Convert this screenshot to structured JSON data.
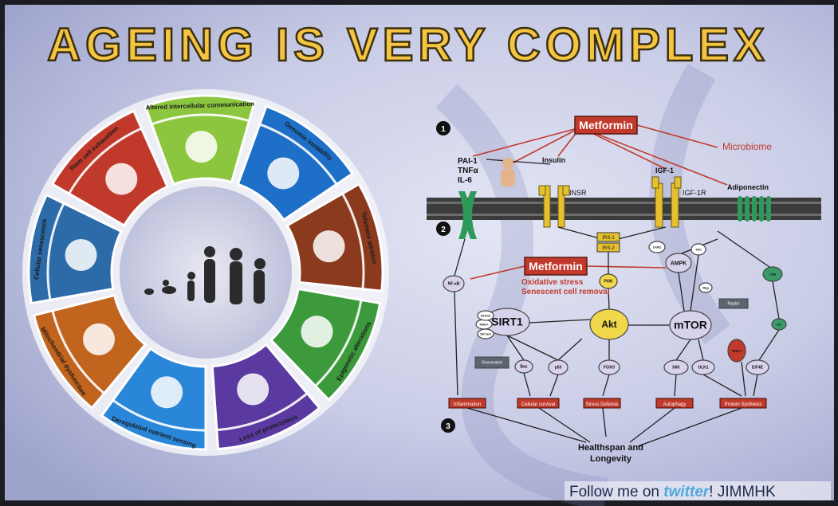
{
  "title": "AGEING IS VERY COMPLEX",
  "hallmarks": [
    {
      "label": "Altered intercellular communication",
      "color": "#8cc63f"
    },
    {
      "label": "Genomic instability",
      "color": "#1e6fc8"
    },
    {
      "label": "Telomere attrition",
      "color": "#8b3a1e"
    },
    {
      "label": "Epigenetic alterations",
      "color": "#3c9a3c"
    },
    {
      "label": "Loss of proteostasis",
      "color": "#5a3aa0"
    },
    {
      "label": "Deregulated nutrient sensing",
      "color": "#2a86d8"
    },
    {
      "label": "Mitochondrial dysfunction",
      "color": "#c0641e"
    },
    {
      "label": "Cellular senescence",
      "color": "#2c6aa8"
    },
    {
      "label": "Stem cell exhaustion",
      "color": "#c0392b"
    }
  ],
  "pathway": {
    "metformin_label": "Metformin",
    "microbiome": "Microbiome",
    "cytokines": [
      "PAI-1",
      "TNFα",
      "IL-6"
    ],
    "insulin": "Insulin",
    "insr": "INSR",
    "igf1": "IGF-1",
    "igf1r": "IGF-1R",
    "adiponectin": "Adiponectin",
    "stress_text": [
      "Oxidative stress",
      "Senescent cell removal"
    ],
    "nodes": {
      "sirt1": "SIRT1",
      "akt": "Akt",
      "mtor": "mTOR",
      "ampk": "AMPK",
      "nfkb": "NF-κB",
      "pi3k": "PI3K",
      "foxo": "FOXO",
      "p53": "p53",
      "irs1": "IRS-1",
      "irs2": "IRS-2",
      "s6k": "S6K",
      "ulk1": "ULK1",
      "4ebp1": "4EBP1",
      "eif4e": "EIF4E",
      "raptor": "Raptor",
      "rag": "Rag",
      "tsc": "TSC",
      "lkb1": "LKB1",
      "bax": "Bax",
      "resveratrol": "Resveratrol",
      "nad": "NAD+",
      "sirtact": "Sirt act",
      "atg13": "ATG13",
      "lkb": "LKB",
      "ac": "AC"
    },
    "outcomes": [
      "Inflammation",
      "Cellular survival",
      "Stress Defense",
      "Autophagy",
      "Protein Synthesis"
    ],
    "healthspan": [
      "Healthspan and",
      "Longevity"
    ],
    "steps": [
      "1",
      "2",
      "3"
    ]
  },
  "footer": {
    "prefix": "Follow me on ",
    "brand": "twitter",
    "suffix": "! JIMMHK"
  },
  "colors": {
    "background": "#c9cce6",
    "title_fill": "#f5c542",
    "title_stroke": "#3a2f10",
    "metformin_box": "#c0392b",
    "outcome_box": "#c0392b",
    "node_fill": "#d9d2ec",
    "akt_fill": "#f1d84a",
    "twitter": "#4fa8dd"
  }
}
